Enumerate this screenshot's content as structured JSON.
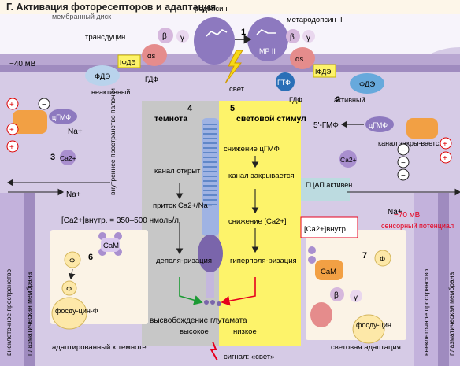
{
  "title": "Г. Активация фотореceпторов и адаптация",
  "membrane": {
    "disk": "мембранный диск"
  },
  "molecules": {
    "rhodopsin": "родопсин",
    "metarhodopsin": "метародопсин II",
    "mp2": "MP II",
    "transducin": "трансдуцин",
    "beta": "β",
    "gamma": "γ",
    "alpha_s": "αs",
    "pde": "ФДЭ",
    "i_pde": "IФДЭ",
    "gdp": "ГДФ",
    "gtp": "ГТФ",
    "inactive": "неактивный",
    "active": "активный",
    "cgmp": "цГМФ",
    "gmp5": "5'-ГМФ",
    "na": "Na+",
    "ca": "Ca2+",
    "cam": "CaM",
    "phi": "Ф",
    "phosducin_f": "фосду-цин-Ф",
    "phosducin": "фосду-цин",
    "gcap": "ГЦАП активен"
  },
  "steps": {
    "s1": "1",
    "s2": "2",
    "s3": "3",
    "s4": "4",
    "s5": "5",
    "s6": "6",
    "s7": "7"
  },
  "left": {
    "voltage": "−40 мВ",
    "inner_space": "внутреннее пространство палочки",
    "ca_concentration": "[Ca2+]внутр. = 350–500 нмоль/л",
    "adapted_dark": "адаптированный к темноте",
    "extracellular": "внеклеточное пространство",
    "plasma_membrane": "плазматическая мембрана"
  },
  "center": {
    "dark_title": "темнота",
    "light_title": "световой стимул",
    "light_label": "свет",
    "dark_channel": "канал открыт",
    "dark_influx": "приток Ca2+/Na+",
    "dark_depol": "деполя-ризация",
    "light_decrease": "снижение цГМФ",
    "light_channel": "канал закрывается",
    "light_ca": "снижение [Ca2+]",
    "light_hyper": "гиперполя-ризация",
    "release_title": "высвобождение глутамата",
    "release_high": "высокое",
    "release_low": "низкое",
    "signal": "сигнал: «свет»"
  },
  "right": {
    "channel_closes": "канал закры-вается",
    "ca_inner": "[Ca2+]внутр.",
    "voltage": "−70 мВ",
    "sensory_potential": "сенсорный потенциал",
    "light_adaptation": "световая адаптация",
    "extracellular": "внеклеточное пространство",
    "plasma_membrane": "плазматическая мембрана"
  },
  "colors": {
    "cytoplasm": "#cfc4e0",
    "membrane": "#9b86b8",
    "dark_panel": "#c7c7c7",
    "light_panel": "#fdf36a",
    "rhodopsin": "#8d79bf",
    "pde": "#b9d3ec",
    "pde_active": "#67a9dc",
    "alpha": "#e58c8c",
    "beta_gamma": "#d6b8dd",
    "cam": "#a98fcf",
    "channel": "#f2a044",
    "gtp": "#2a6fb7",
    "highlight_box": "#bcdbe0",
    "red_arrow": "#e6001d",
    "green_arrow": "#1c9a34"
  }
}
